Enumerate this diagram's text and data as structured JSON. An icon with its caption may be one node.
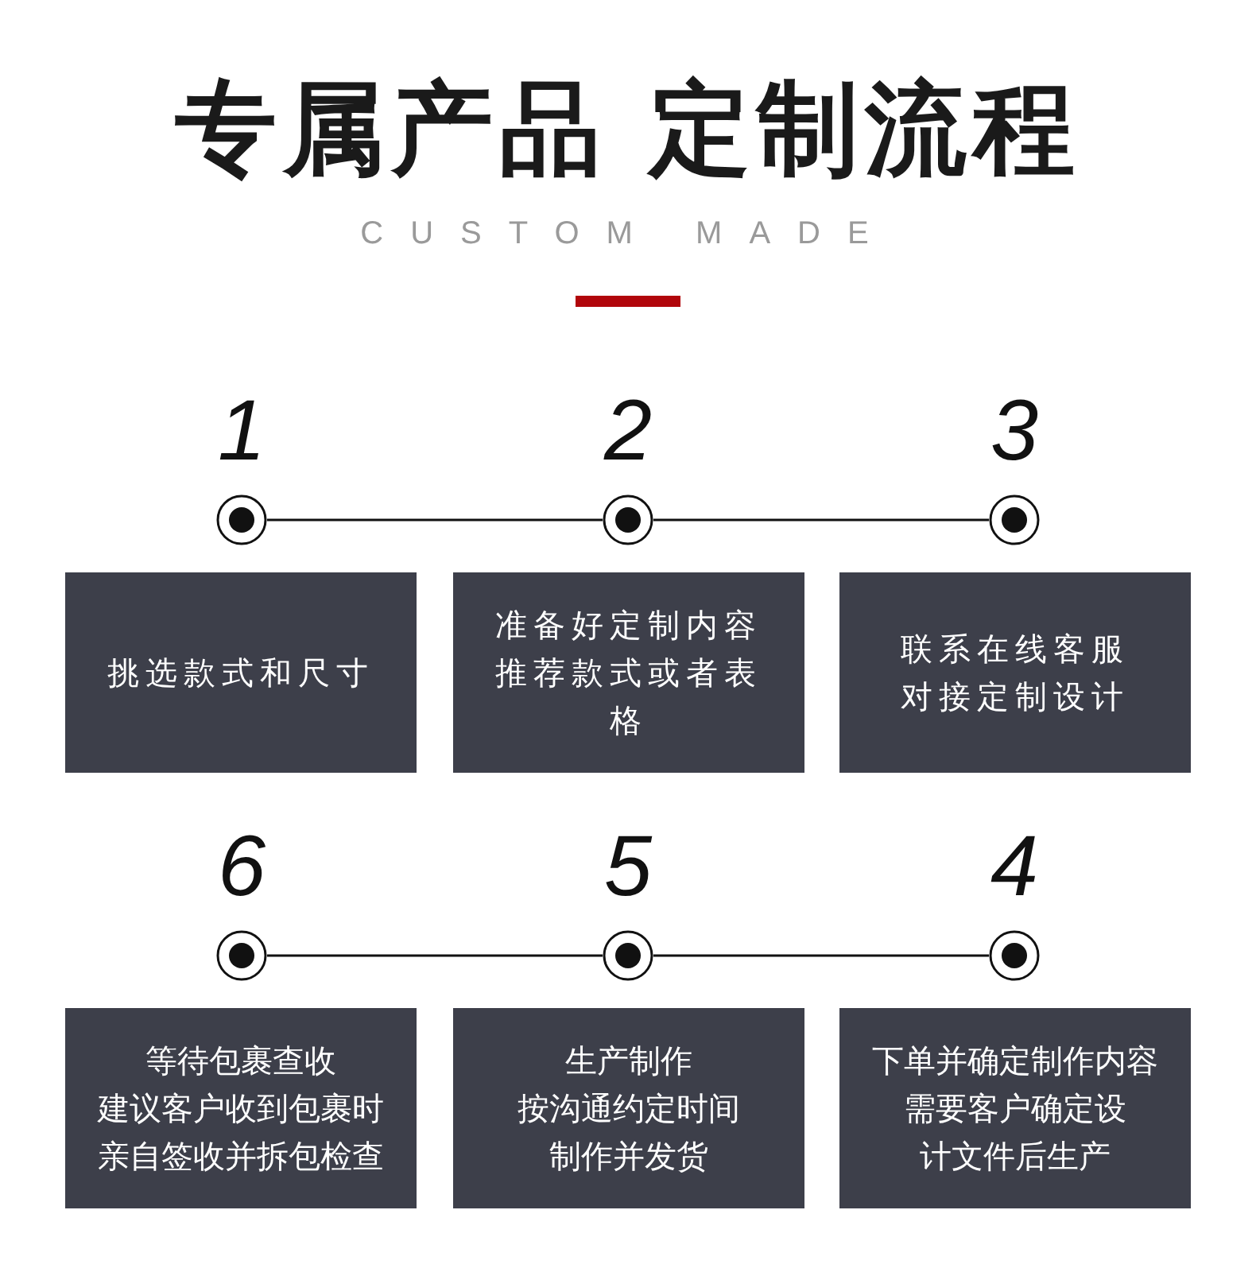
{
  "diagram": {
    "title": "专属产品 定制流程",
    "nodes": [
      {
        "text": [],
        "shape": "circle",
        "beside": [
          "1"
        ]
      },
      {
        "text": [],
        "shape": "circle",
        "beside": [
          "2"
        ]
      },
      {
        "text": [],
        "shape": "circle",
        "beside": [
          "3"
        ]
      },
      {
        "text": [
          "挑选款式和尺寸"
        ]
      },
      {
        "text": [
          "准备好定制内容",
          "推荐款式或者表格"
        ]
      },
      {
        "text": [
          "联系在线客服",
          "对接定制设计"
        ]
      },
      {
        "text": [],
        "shape": "circle",
        "beside": [
          "6"
        ]
      },
      {
        "text": [],
        "shape": "circle",
        "beside": [
          "5"
        ]
      },
      {
        "text": [],
        "shape": "circle",
        "beside": [
          "4"
        ]
      },
      {
        "text": [
          "等待包裹查收",
          "建议客户收到包裹时亲自签收并拆包检查"
        ]
      },
      {
        "text": [
          "生产制作",
          "按沟通约定时间制作并发货"
        ]
      },
      {
        "text": [
          "下单并确定制作内容",
          "需要客户确定设计文件后生产"
        ]
      }
    ],
    "edges": [
      {
        "from": 0,
        "to": 1,
        "arrow": "none"
      },
      {
        "from": 1,
        "to": 2,
        "arrow": "none"
      },
      {
        "from": 6,
        "to": 7,
        "arrow": "none"
      },
      {
        "from": 7,
        "to": 8,
        "arrow": "none"
      }
    ],
    "labels": [
      "CUSTOM MADE"
    ]
  }
}
